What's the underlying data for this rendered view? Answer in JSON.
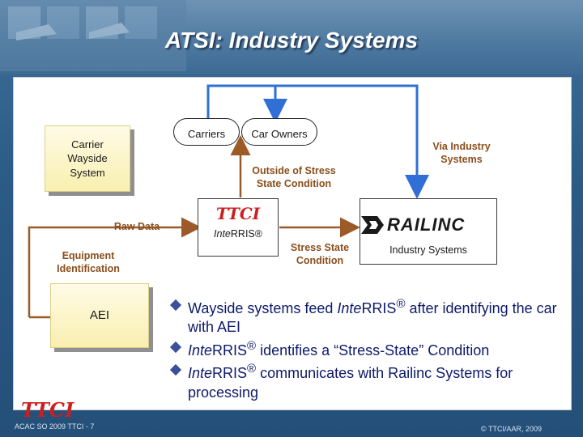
{
  "title": "ATSI: Industry Systems",
  "diagram": {
    "carriers": "Carriers",
    "car_owners": "Car Owners",
    "carrier_wayside_system": [
      "Carrier",
      "Wayside",
      "System"
    ],
    "via_industry_systems": [
      "Via Industry",
      "Systems"
    ],
    "outside_stress": [
      "Outside of Stress",
      "State Condition"
    ],
    "raw_data": "Raw Data",
    "inte_rris": "Inte",
    "inte_rris_suffix": "RRIS®",
    "stress_state": [
      "Stress State",
      "Condition"
    ],
    "industry_systems": "Industry Systems",
    "equipment_identification": [
      "Equipment",
      "Identification"
    ],
    "aei": "AEI",
    "ttci_logo": "TTCI",
    "railinc_logo": "RAILINC"
  },
  "bullets": [
    {
      "pre": "Wayside systems feed ",
      "italic": "Inte",
      "mid": "RRIS",
      "sup": "®",
      "post": " after identifying the car with AEI"
    },
    {
      "pre": "",
      "italic": "Inte",
      "mid": "RRIS",
      "sup": "®",
      "post": " identifies a “Stress-State” Condition"
    },
    {
      "pre": "",
      "italic": "Inte",
      "mid": "RRIS",
      "sup": "®",
      "post": " communicates with Railinc Systems for processing"
    }
  ],
  "footer": {
    "left": "ACAC SO 2009 TTCI - 7",
    "right": "© TTCI/AAR, 2009",
    "logo": "TTCI"
  },
  "colors": {
    "arrow_blue": "#2f6fd6",
    "arrow_brown": "#9b5a28",
    "box_yellow": "#f9efb0",
    "bullet_text": "#0d1a6a"
  }
}
